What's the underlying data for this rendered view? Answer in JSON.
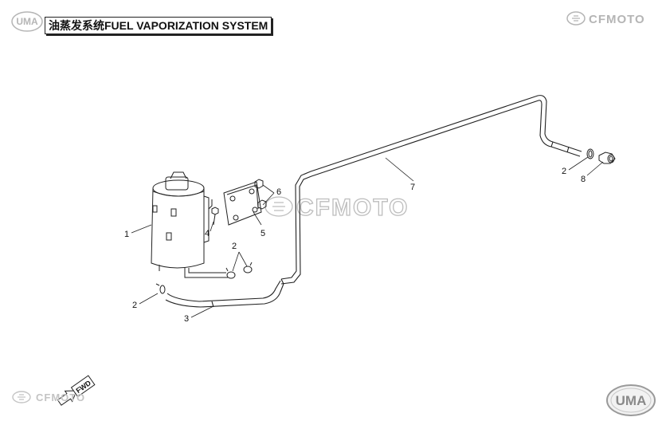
{
  "header": {
    "title": "油蒸发系统FUEL VAPORIZATION SYSTEM"
  },
  "brand": {
    "uma_logo_text": "UMA",
    "cfmoto_logo_text": "CFMOTO",
    "watermark_text": "CFMOTO"
  },
  "callouts": [
    "1",
    "2",
    "2",
    "2",
    "3",
    "4",
    "5",
    "6",
    "7",
    "8"
  ],
  "fwd_label": "FWD",
  "colors": {
    "line": "#222222",
    "logo_gray": "#b5b5b5"
  }
}
